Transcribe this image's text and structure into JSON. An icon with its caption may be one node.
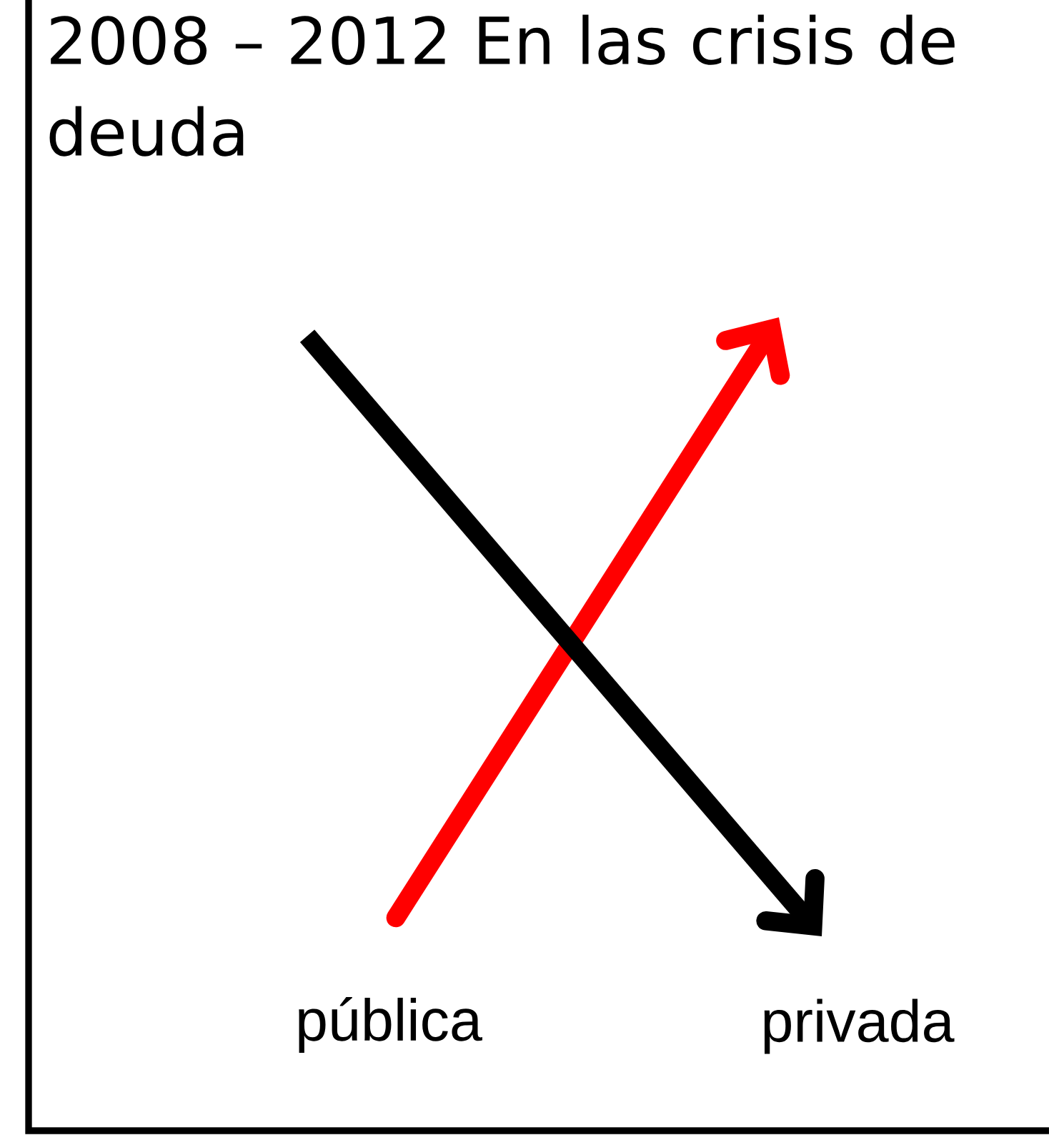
{
  "diagram": {
    "title": "2008 – 2012 En las crisis de deuda",
    "labels": [
      "pública",
      "privada"
    ]
  }
}
